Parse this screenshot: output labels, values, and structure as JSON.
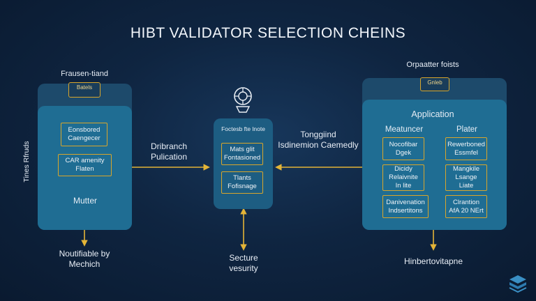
{
  "title": "HIBT VALIDATOR SELECTION CHEINS",
  "left_panel": {
    "top_label": "Frausen-tiand",
    "icon_label": "Batels",
    "box1": {
      "line1": "Eonsbored",
      "line2": "Caengecer"
    },
    "box2": {
      "line1": "CAR amenity",
      "line2": "Flaten"
    },
    "main_label": "Mutter",
    "side_label": "Tines Rfruds",
    "bottom_label": {
      "line1": "Noutifiable by",
      "line2": "Mechich"
    }
  },
  "left_link_label": {
    "line1": "Dribranch",
    "line2": "Pulication"
  },
  "center_panel": {
    "icon_name": "validator-node-icon",
    "header": "Foctesb fte lnote",
    "box1": {
      "line1": "Mats glit",
      "line2": "Fontasioned"
    },
    "box2": {
      "line1": "Tlants",
      "line2": "Fofisnage"
    },
    "bottom_label": {
      "line1": "Secture",
      "line2": "vesurity"
    }
  },
  "right_link_label": {
    "line1": "Tonggiind",
    "line2": "Isdinemion Caemedly"
  },
  "right_panel": {
    "top_label": "Orpaatter foists",
    "icon_label": "Gnleb",
    "header": "Application",
    "col1_header": "Meatuncer",
    "col2_header": "Plater",
    "boxes": [
      {
        "line1": "Nocofibar",
        "line2": "Dgek"
      },
      {
        "line1": "Rewerboned",
        "line2": "Essmfel"
      },
      {
        "line1": "Dicidy",
        "line2": "Relaivnite",
        "line3": "In lite"
      },
      {
        "line1": "Mangkile",
        "line2": "Lsange",
        "line3": "Liate"
      },
      {
        "line1": "Danivenation",
        "line2": "Indsertitons"
      },
      {
        "line1": "Clrantion",
        "line2": "AfA 20 NErt"
      }
    ],
    "bottom_label": "Hinbertovitapne"
  },
  "colors": {
    "accent_gold": "#d9a62b",
    "panel_outer": "#1d4a6b",
    "panel_inner": "#1f6d93",
    "background": "#0f2541"
  }
}
